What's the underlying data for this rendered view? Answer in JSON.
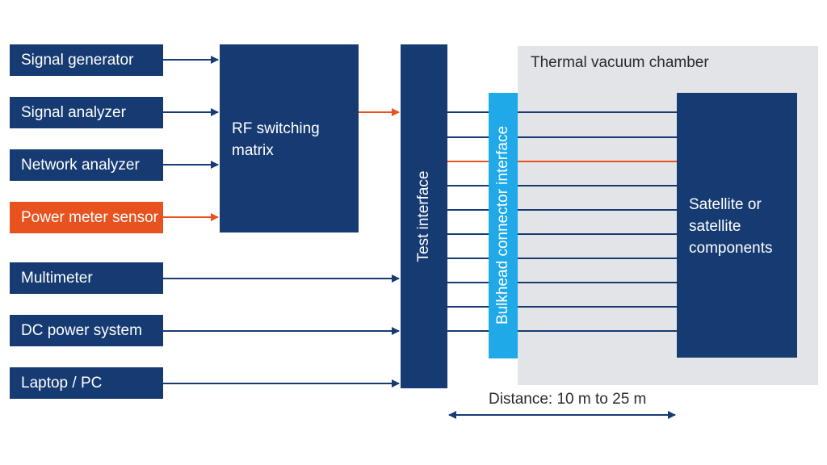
{
  "sources": [
    {
      "label": "Signal generator",
      "highlight": false
    },
    {
      "label": "Signal analyzer",
      "highlight": false
    },
    {
      "label": "Network analyzer",
      "highlight": false
    },
    {
      "label": "Power meter sensor",
      "highlight": true
    },
    {
      "label": "Multimeter",
      "highlight": false
    },
    {
      "label": "DC power system",
      "highlight": false
    },
    {
      "label": "Laptop / PC",
      "highlight": false
    }
  ],
  "rf_matrix": {
    "label": "RF switching matrix"
  },
  "test_interface": {
    "label": "Test interface"
  },
  "bulkhead": {
    "label": "Bulkhead connector interface"
  },
  "chamber": {
    "label": "Thermal vacuum chamber"
  },
  "satellite": {
    "label": "Satellite or satellite components"
  },
  "distance": {
    "label": "Distance: 10 m to 25 m"
  },
  "colors": {
    "navy": "#163b72",
    "orange": "#e8521e",
    "cyan": "#1fa9e8",
    "chamber_gray": "#e3e4e7"
  }
}
